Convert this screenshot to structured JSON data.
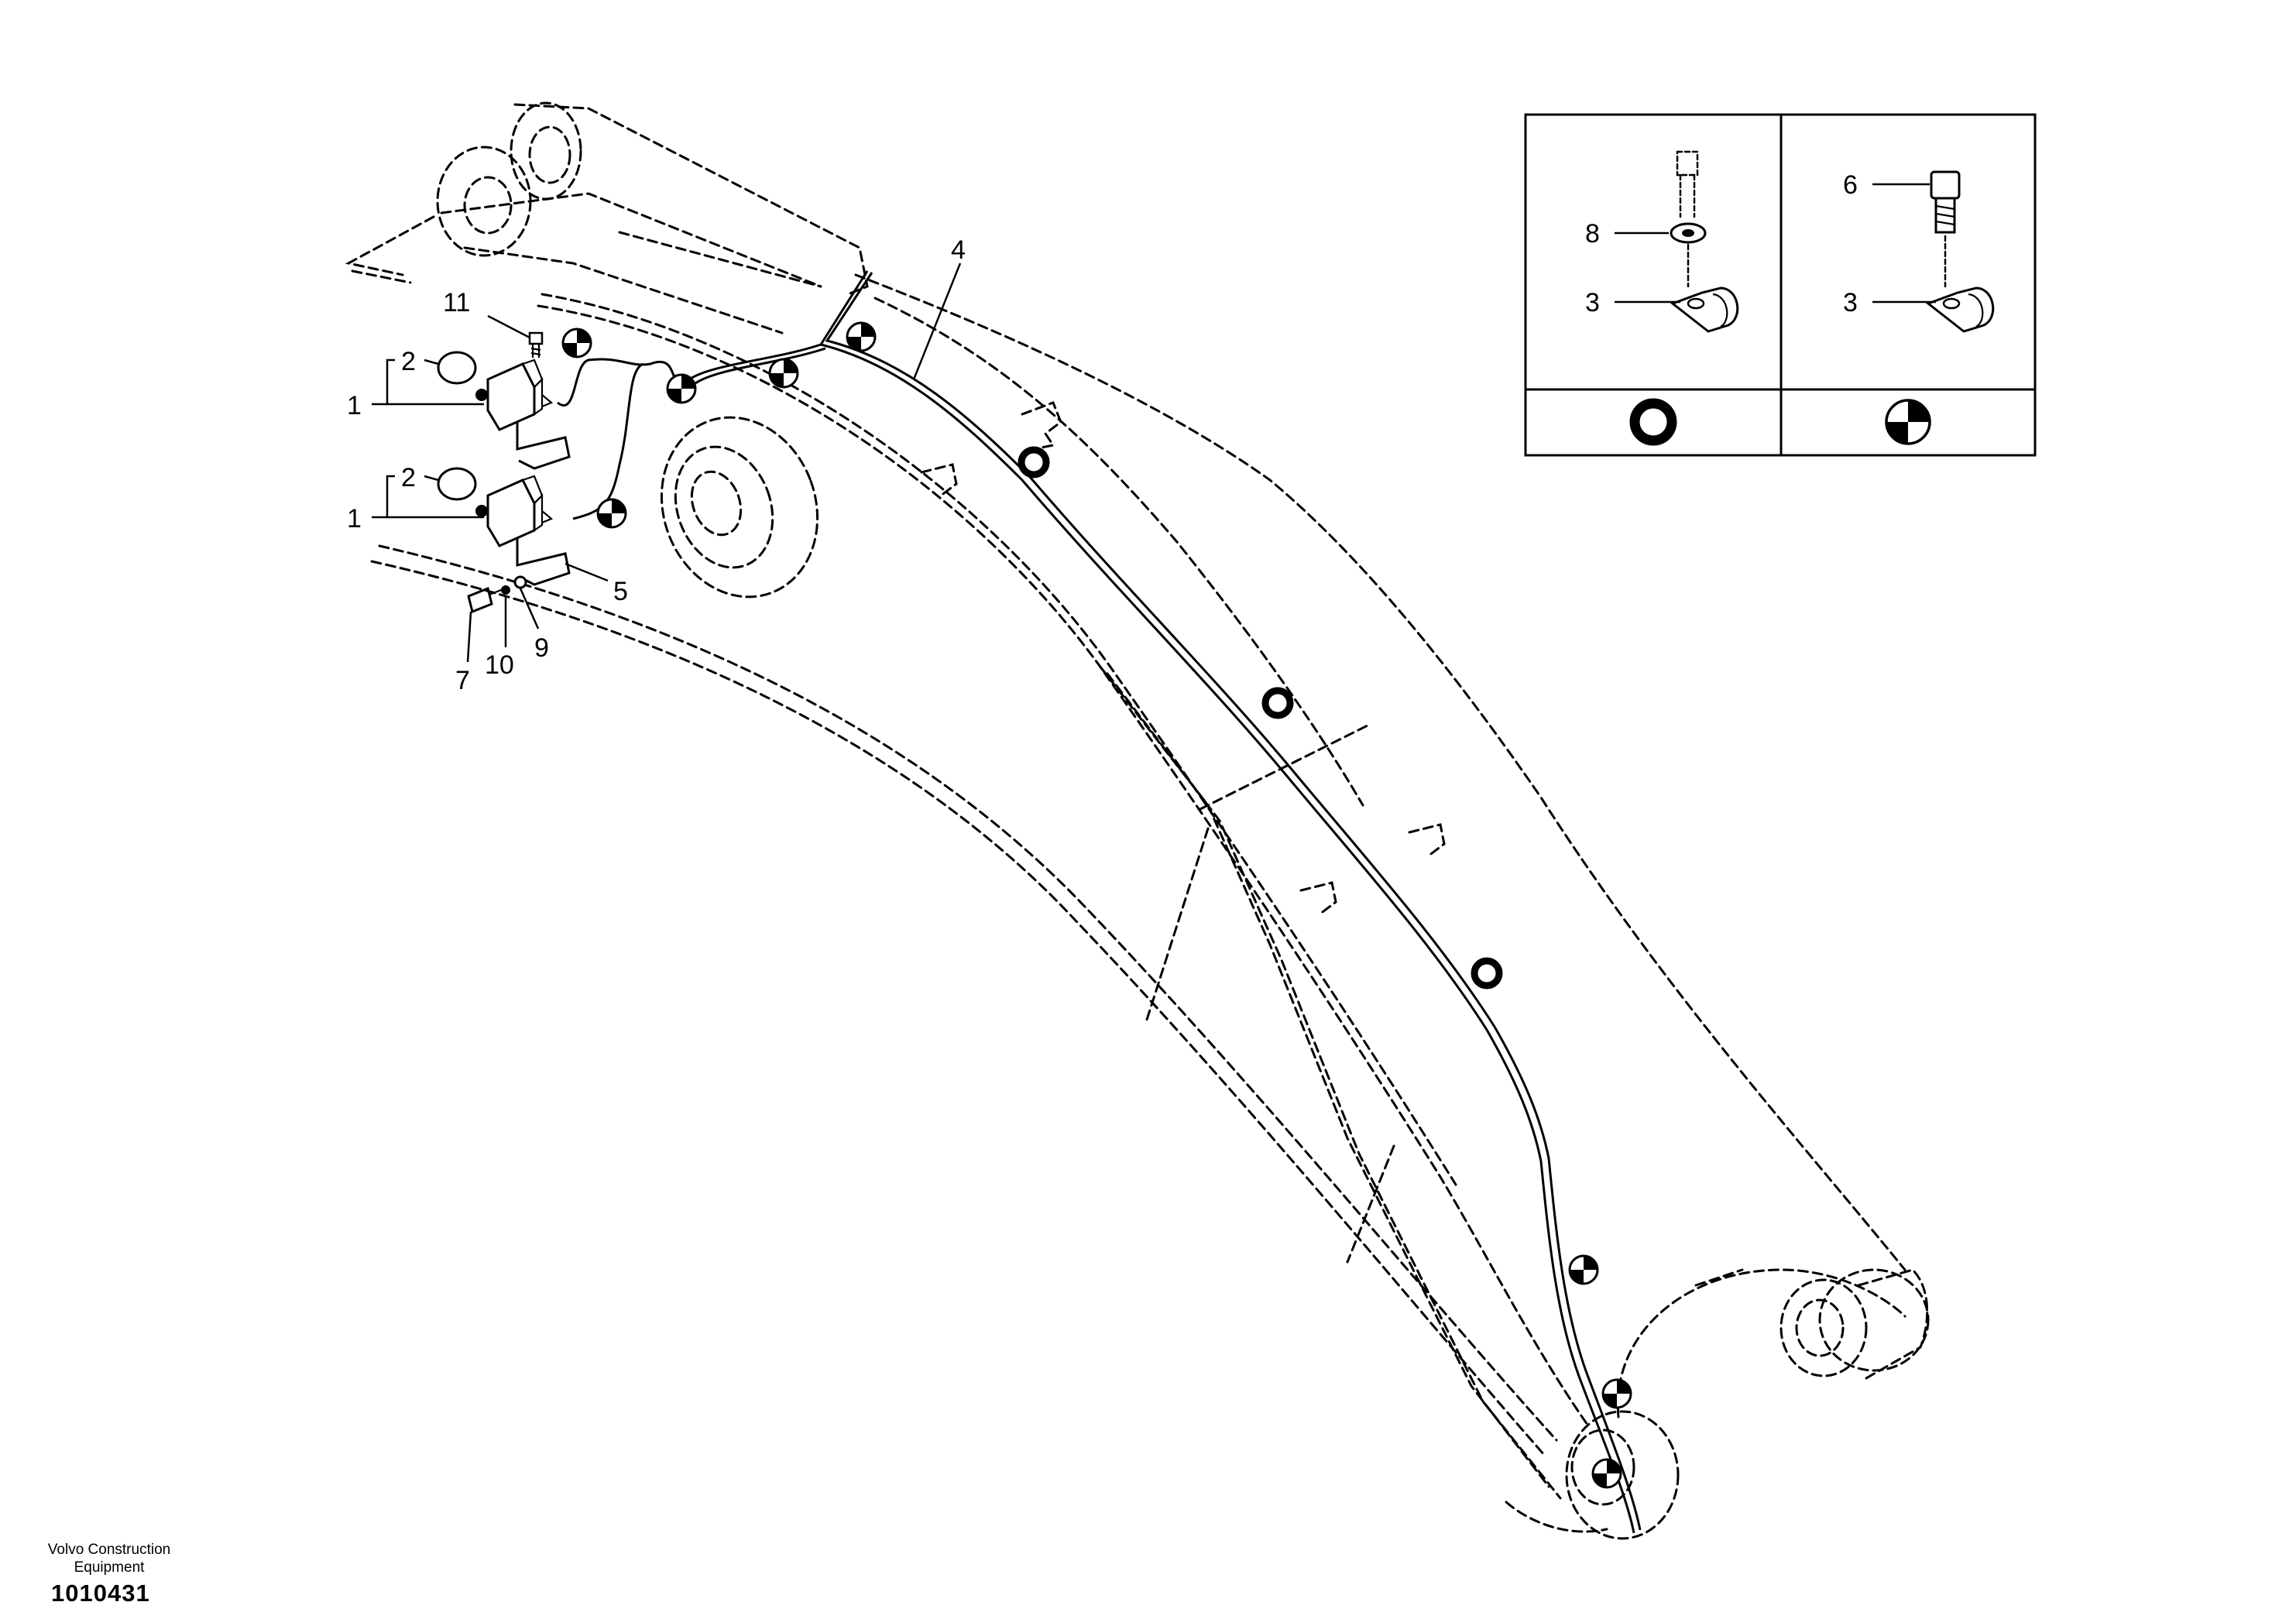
{
  "callouts": {
    "c1a": "1",
    "c1b": "1",
    "c2a": "2",
    "c2b": "2",
    "c3a": "3",
    "c3b": "3",
    "c4": "4",
    "c5": "5",
    "c6": "6",
    "c7": "7",
    "c8": "8",
    "c9": "9",
    "c10": "10",
    "c11": "11"
  },
  "legend": {
    "left_column_symbol": "ring-symbol",
    "right_column_symbol": "checkered-circle-symbol"
  },
  "footer": {
    "company": "Volvo Construction Equipment",
    "drawing_number": "1010431"
  }
}
